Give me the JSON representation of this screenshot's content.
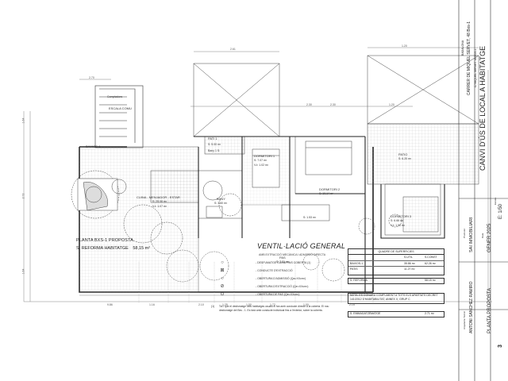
{
  "rooms": {
    "baixos": "BAIXOS-1",
    "escala": "ESCALA COMU",
    "comptadors": "Comptadors",
    "patio1": "PATI 1",
    "patio1_area": "S: 5.00 m²",
    "bany1": "Bany 1 S:",
    "cuina": "CUINA - MENJADOR - ESTAR",
    "cuina_area": "S: 25.06 m²",
    "cuina_vol": "V-t: 1.07 m²",
    "bany": "BANY",
    "bany_area": "S: 3.60 m²",
    "dorm1": "DORMITORI 1",
    "dorm1_area": "S: 7.07 m²",
    "dorm1_vol": "V-t: 1.02 m²",
    "dorm2": "DORMITORI 2",
    "dorm2_area": "S: 10.14 m²",
    "pas": "PAS",
    "pas_area": "S: 7.31 m²",
    "pas_small": "S: 1.53 m²",
    "patio_right": "PATIO",
    "patio_right_area": "S: 6.20 m²",
    "dorm3": "DORMITORI 3",
    "dorm3_area": "S: 6.66 m²",
    "dorm3_vol": "V-t: 1.90 m²"
  },
  "dims": {
    "top": [
      "2.70",
      "2.61",
      "2.30",
      "2.30",
      "1.20",
      "1.20"
    ],
    "bottom": [
      "9.86",
      "1.16",
      "2.10",
      "1.25",
      "1.00",
      "1.72",
      "1.00",
      "2.15"
    ],
    "left": [
      "1.64",
      "2.72",
      "1.64"
    ]
  },
  "title": {
    "line1": "PLANTA BXS-1 PROPOSTA",
    "line2_label": "S. REFORMA HABITATGE",
    "line2_value": "58,15 m²"
  },
  "ventilacio": {
    "title": "VENTIL·LACIÓ GENERAL",
    "subtitle": "AMB EXTRACCIÓ MECÀNICA I ADMISSIÓ DIRECTA",
    "items": [
      {
        "sym": "○",
        "text": "- DESFUMATGE CUINA FINS COBERTA (1)"
      },
      {
        "sym": "⊠",
        "text": "- CONDUCTE D'EXTRACCIÓ"
      },
      {
        "sym": "○",
        "text": "- OBERTURA D'ADMISSIÓ (Qa=XXcm²)"
      },
      {
        "sym": "⊘",
        "text": "- OBERTURA D'EXTRACCIÓ (Qe=XXcm²)"
      },
      {
        "sym": "⊙",
        "text": "- OBERTURA DE PAS (Qe=XXcm²)"
      }
    ],
    "note_mark": "(1)",
    "note": "Tot i que el desfumatge dels habitatges usuals el fan amb conducte directe a la coberta. El nou desfumatge del Bxs - 1. Es farà amb conducte individual fins a l'exterior, sobre la coberta."
  },
  "superficies": {
    "title": "QUADRE DE SUPERFICIES",
    "col1": "S.UTIL",
    "col2": "S.CONST",
    "rows": [
      {
        "name": "BAIXOS-1",
        "util": "35.86 m²",
        "const": "62.26 m²"
      },
      {
        "name": "PATIS",
        "util": "11.27 m²",
        "const": ""
      }
    ],
    "reforma_label": "S. REFORMA",
    "reforma_value": "58.15 m²",
    "nota": "NOTA: ES DONARÀ COMPLIMENT A TOTS ELS APARTATS DECRET 141/2012 D'HABITABILITAT, ANNEX X, GRUP C",
    "emmag_label": "S. EMMAGATZEMATGE",
    "emmag_value": "2.71 m²"
  },
  "sidebar": {
    "address": "CARRER DE MIQUEL SERVET, 48 Bxs-1",
    "address_sub": "C/ MIQUEL SERVET 48 BXS-1",
    "city": "BADALONA",
    "project": "CANVI D'ÚS DE LOCAL A HABITATGE",
    "client": "SAI IMMOBILIARI",
    "date": "GENER 2025",
    "scale": "E: 1/50",
    "sheet_title": "PLANTA PROPOSTA",
    "sheet_num": "3",
    "author": "ANTONI SANCHEZ RAMIRO",
    "author_role": "Arquitecte Tècnic",
    "promotor_label": "Promotor",
    "data_label": "Data",
    "escala_label": "Escala"
  },
  "colors": {
    "line": "#333333",
    "wall": "#222222",
    "grid": "#9a9a9a"
  }
}
